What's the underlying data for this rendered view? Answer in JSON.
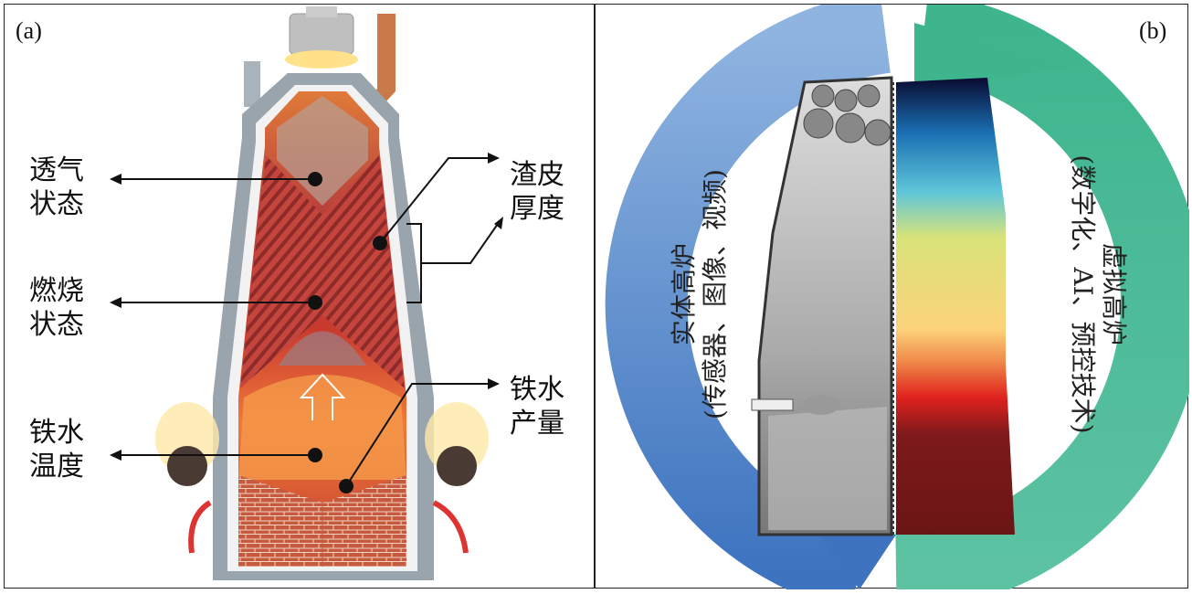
{
  "panel_a": {
    "tag": "(a)",
    "labels": {
      "permeability_1": "透气",
      "permeability_2": "状态",
      "combustion_1": "燃烧",
      "combustion_2": "状态",
      "hot_metal_temp_1": "铁水",
      "hot_metal_temp_2": "温度",
      "slag_thickness_1": "渣皮",
      "slag_thickness_2": "厚度",
      "hot_metal_output_1": "铁水",
      "hot_metal_output_2": "产量"
    }
  },
  "panel_b": {
    "tag": "(b)",
    "physical_title": "实体高炉",
    "physical_sub": "(传感器、图像、视频)",
    "virtual_title": "虚拟高炉",
    "virtual_sub": "(数字化、AI、预控技术)",
    "colors": {
      "physical": "#4f86c6",
      "virtual": "#3fb58e"
    }
  }
}
